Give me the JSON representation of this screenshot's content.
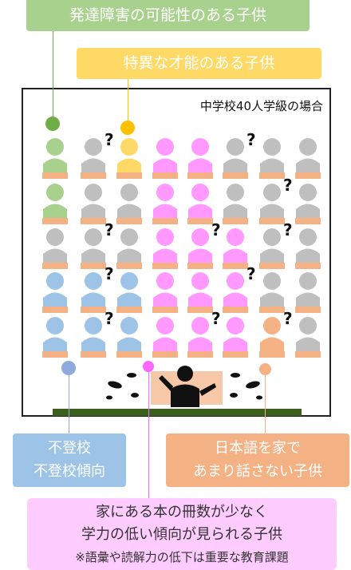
{
  "labels": {
    "developmental": "発達障害の可能性のある子供",
    "gifted": "特異な才能のある子供",
    "caption": "中学校40人学級の場合",
    "absence_1": "不登校",
    "absence_2": "不登校傾向",
    "japanese_1": "日本語を家で",
    "japanese_2": "あまり話さない子供",
    "books_1": "家にある本の冊数が少なく",
    "books_2": "学力の低い傾向が見られる子供",
    "books_3": "※語彙や読解力の低下は重要な教育課題"
  },
  "colors": {
    "developmental": "#a9d18e",
    "gifted": "#ffd966",
    "absence": "#9dc3e6",
    "japanese": "#f4b183",
    "books": "#ff99ff",
    "books_bg": "#ffccff",
    "default": "#bfbfbf",
    "desk": "#f4b183",
    "question": "#111111"
  },
  "grid": {
    "rows": [
      [
        "developmental",
        "default",
        "gifted",
        "books",
        "books",
        "default",
        "default",
        "default"
      ],
      [
        "developmental",
        "default",
        "default",
        "books",
        "books",
        "default",
        "default",
        "default"
      ],
      [
        "default",
        "default",
        "default",
        "books",
        "books",
        "books",
        "default",
        "default"
      ],
      [
        "absence",
        "absence",
        "absence",
        "books",
        "books",
        "books",
        "default",
        "default"
      ],
      [
        "absence",
        "absence",
        "absence",
        "books",
        "books",
        "books",
        "japanese",
        "default"
      ]
    ],
    "questions": [
      [
        0,
        1
      ],
      [
        0,
        5
      ],
      [
        1,
        6
      ],
      [
        2,
        1
      ],
      [
        2,
        4
      ],
      [
        2,
        6
      ],
      [
        3,
        1
      ],
      [
        3,
        5
      ],
      [
        4,
        1
      ],
      [
        4,
        4
      ],
      [
        4,
        6
      ]
    ]
  }
}
